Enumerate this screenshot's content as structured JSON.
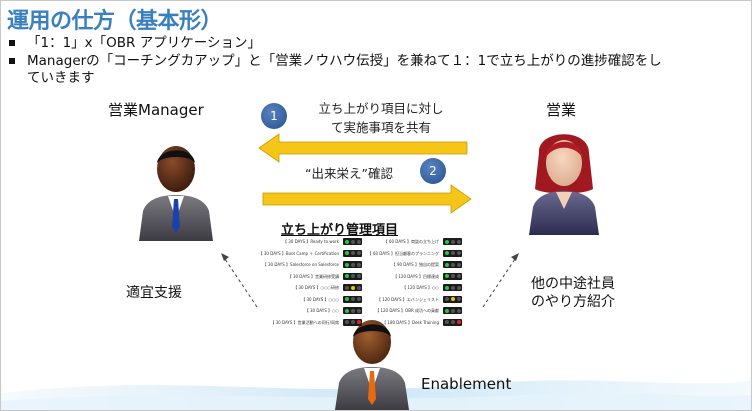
{
  "title": "運用の仕方（基本形）",
  "bullets": [
    "「1：1」x「OBR アプリケーション」",
    "Managerの「コーチングカアップ」と「営業ノウハウ伝授」を兼ねて１：1で立ち上がりの進捗確認をし",
    "ていきます"
  ],
  "roles": {
    "manager": "営業Manager",
    "sales": "営業",
    "enablement": "Enablement"
  },
  "steps": [
    {
      "number": "1",
      "text_line1": "立ち上がり項目に対し",
      "text_line2": "て実施事項を共有"
    },
    {
      "number": "2",
      "text": "“出来栄え”確認"
    }
  ],
  "support": {
    "left": "適宜支援",
    "right_line1": "他の中途社員",
    "right_line2": "のやり方紹介"
  },
  "checklist": {
    "title": "立ち上がり管理項目",
    "left_items": [
      "【 30 DAYS 】Ready to work",
      "【 30 DAYS 】Boot Camp ＋ Certification",
      "【 30 DAYS 】Salesforce on Salesforce",
      "【 30 DAYS 】営業研修受講",
      "【 30 DAYS 】○○○研修",
      "【 30 DAYS 】○○○",
      "【 30 DAYS 】○○",
      "【 30 DAYS 】営業活動への同行/同席"
    ],
    "right_items": [
      "【 60 DAYS 】商談の立ち上げ",
      "【 60 DAYS 】担当顧客のプランニング",
      "【 90 DAYS 】独自の提案",
      "【 120 DAYS 】目標達成",
      "【 120 DAYS 】○○",
      "【 120 DAYS 】エバンジェリスト",
      "【 120 DAYS 】OBR 成功への貢献",
      "【 180 DAYS 】Desk Training"
    ],
    "left_status": [
      "green",
      "green",
      "green",
      "green",
      "yellow",
      "green",
      "green",
      "red"
    ],
    "right_status": [
      "green",
      "green",
      "green",
      "green",
      "green",
      "yellow",
      "green",
      "red"
    ]
  },
  "colors": {
    "accent": "#3a7fc0",
    "arrow": "#f5c518",
    "number_badge": "#2d5a9e"
  }
}
